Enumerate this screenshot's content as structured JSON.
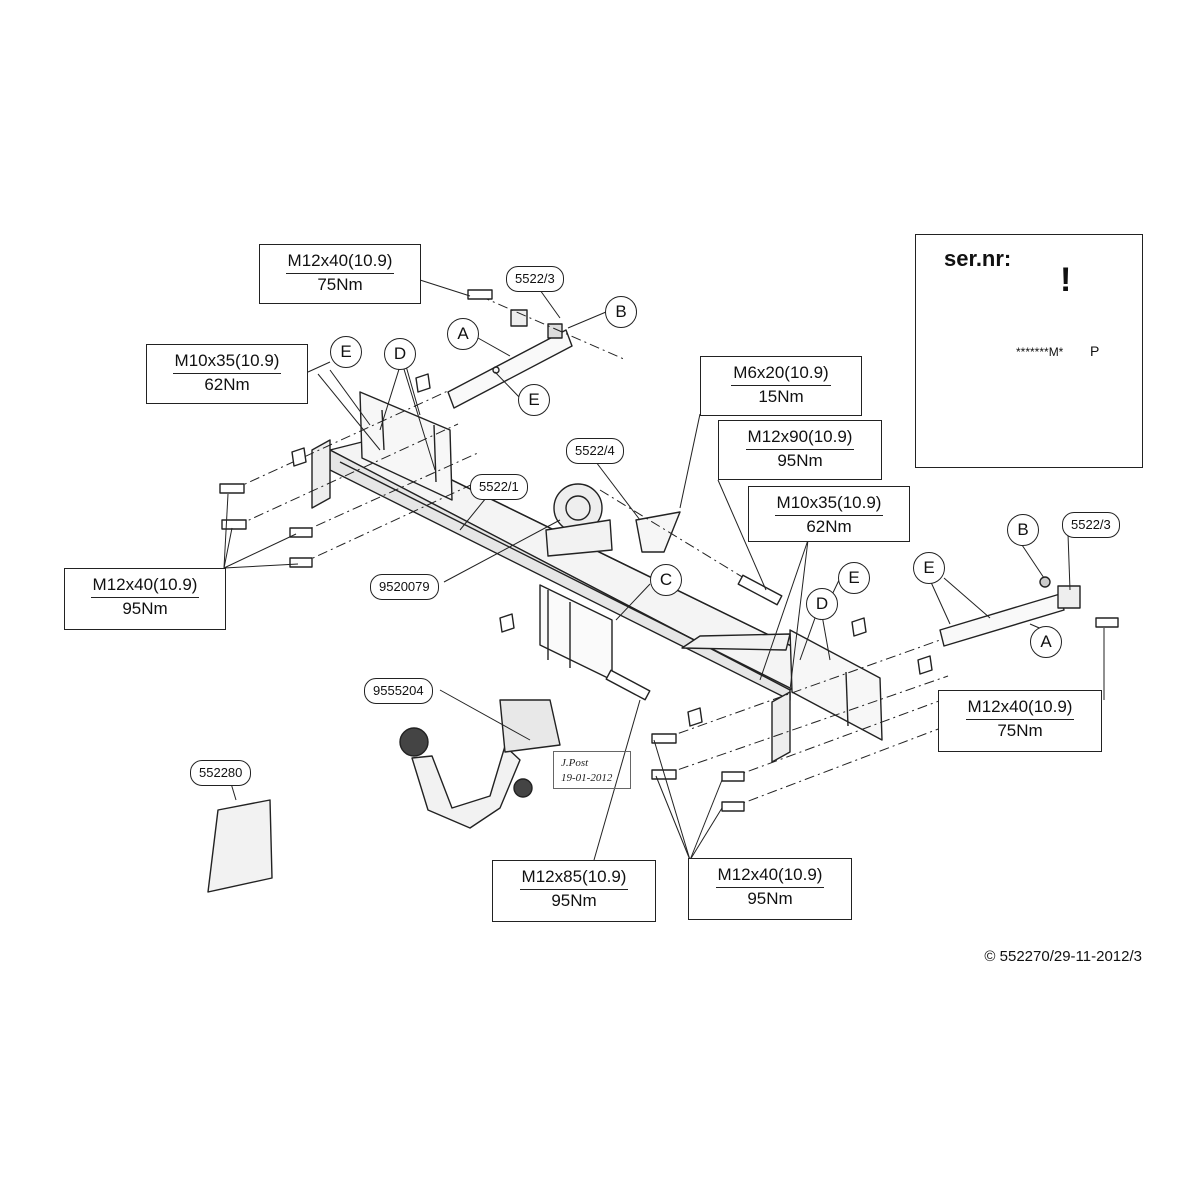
{
  "labels": {
    "bolt_top_left": {
      "spec": "M12x40(10.9)",
      "torque": "75Nm"
    },
    "bolt_left_mid": {
      "spec": "M10x35(10.9)",
      "torque": "62Nm"
    },
    "bolt_left_low": {
      "spec": "M12x40(10.9)",
      "torque": "95Nm"
    },
    "bolt_m6": {
      "spec": "M6x20(10.9)",
      "torque": "15Nm"
    },
    "bolt_m12x90": {
      "spec": "M12x90(10.9)",
      "torque": "95Nm"
    },
    "bolt_right_mid": {
      "spec": "M10x35(10.9)",
      "torque": "62Nm"
    },
    "bolt_right_low": {
      "spec": "M12x40(10.9)",
      "torque": "75Nm"
    },
    "bolt_m12x85": {
      "spec": "M12x85(10.9)",
      "torque": "95Nm"
    },
    "bolt_bottom_mid": {
      "spec": "M12x40(10.9)",
      "torque": "95Nm"
    }
  },
  "part_numbers": {
    "p1": "5522/3",
    "p2": "5522/4",
    "p3": "5522/1",
    "p4": "9520079",
    "p5": "5522/3",
    "p6": "9555204",
    "p7": "552280"
  },
  "letters": {
    "a1": "A",
    "b1": "B",
    "e1": "E",
    "d1": "D",
    "e2": "E",
    "c1": "C",
    "e3": "E",
    "d2": "D",
    "e4": "E",
    "b2": "B",
    "a2": "A"
  },
  "serial_panel": {
    "title": "ser.nr:",
    "plate_text": "*******M*",
    "plate_p": "P"
  },
  "signature": {
    "name": "J.Post",
    "date": "19-01-2012"
  },
  "copyright": "© 552270/29-11-2012/3"
}
